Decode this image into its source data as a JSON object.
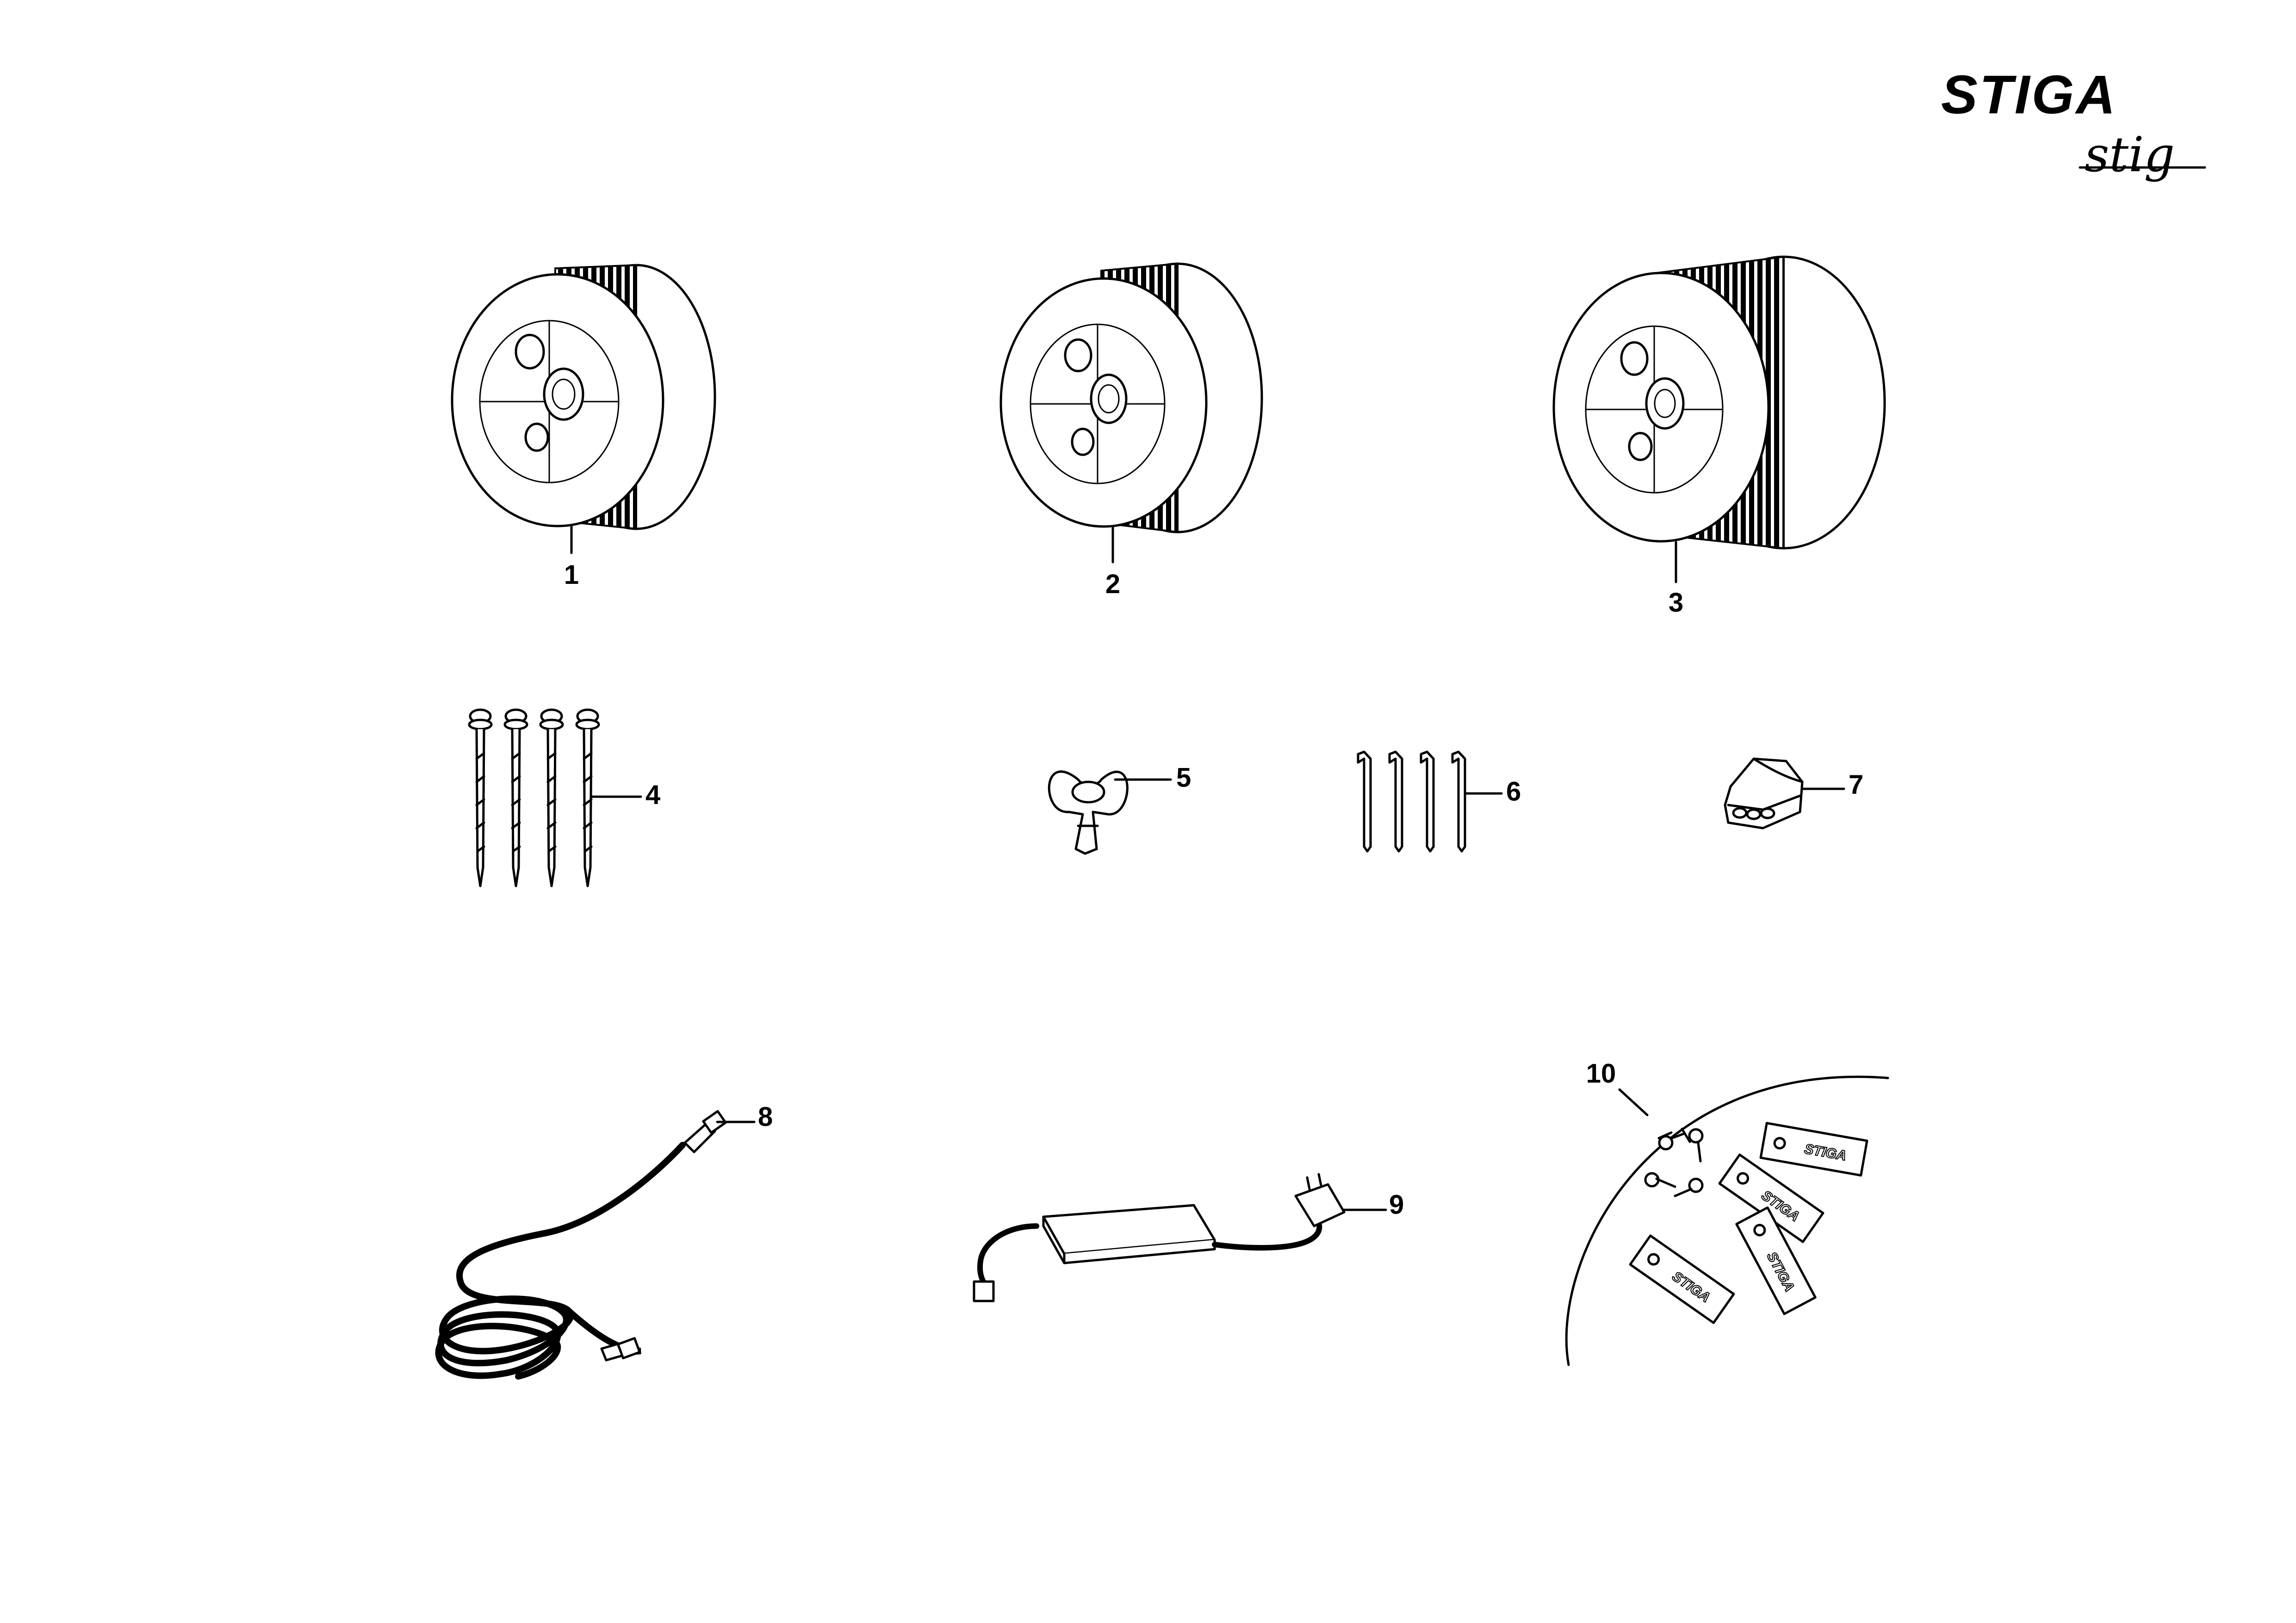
{
  "brand": {
    "logo_text": "STIGA",
    "product_text": "stig"
  },
  "callouts": [
    "1",
    "2",
    "3",
    "4",
    "5",
    "6",
    "7",
    "8",
    "9",
    "10"
  ],
  "blade_logo_text": "STIGA"
}
